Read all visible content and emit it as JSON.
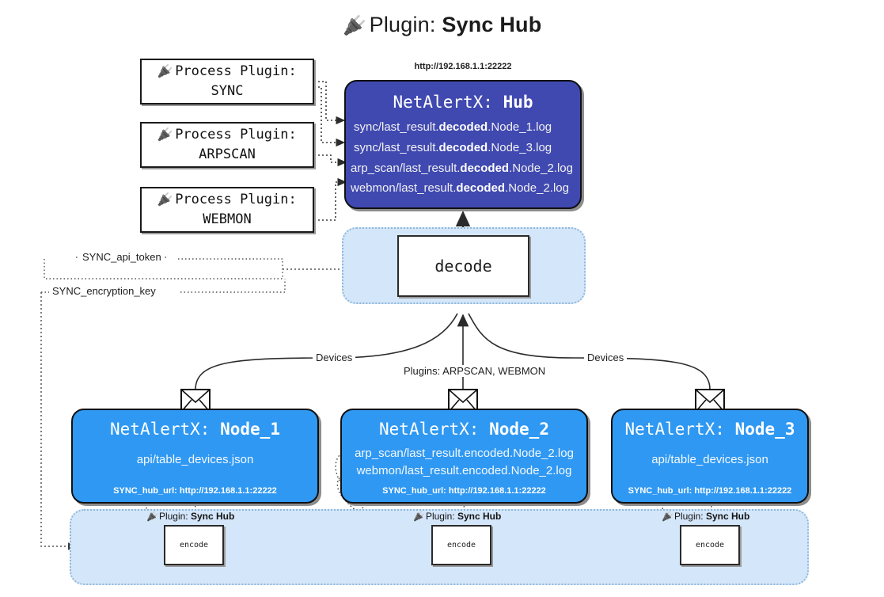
{
  "title": {
    "icon": "plug-icon",
    "prefix": "Plugin:",
    "name": "Sync Hub"
  },
  "process_plugins": [
    {
      "icon": "plug-icon",
      "line1": "Process Plugin:",
      "line2": "SYNC"
    },
    {
      "icon": "plug-icon",
      "line1": "Process Plugin:",
      "line2": "ARPSCAN"
    },
    {
      "icon": "plug-icon",
      "line1": "Process Plugin:",
      "line2": "WEBMON"
    }
  ],
  "hub": {
    "url": "http://192.168.1.1:22222",
    "label_prefix": "NetAlertX:",
    "label_name": "Hub",
    "files": [
      {
        "pre": "sync/last_result.",
        "mid": "decoded",
        "post": ".Node_1.log"
      },
      {
        "pre": "sync/last_result.",
        "mid": "decoded",
        "post": ".Node_3.log"
      },
      {
        "pre": "arp_scan/last_result.",
        "mid": "decoded",
        "post": ".Node_2.log"
      },
      {
        "pre": "webmon/last_result.",
        "mid": "decoded",
        "post": ".Node_2.log"
      }
    ]
  },
  "decode": {
    "label": "decode"
  },
  "settings": [
    {
      "label": "SYNC_api_token"
    },
    {
      "label": "SYNC_encryption_key"
    }
  ],
  "edge_labels": {
    "devices_left": "Devices",
    "devices_right": "Devices",
    "plugins_center": "Plugins: ARPSCAN, WEBMON"
  },
  "nodes": [
    {
      "label_prefix": "NetAlertX:",
      "label_name": "Node_1",
      "rows": [
        "api/table_devices.json"
      ],
      "hub_url": "SYNC_hub_url: http://192.168.1.1:22222",
      "mail_icon": "envelope-icon"
    },
    {
      "label_prefix": "NetAlertX:",
      "label_name": "Node_2",
      "rows": [
        "arp_scan/last_result.encoded.Node_2.log",
        "webmon/last_result.encoded.Node_2.log"
      ],
      "hub_url": "SYNC_hub_url: http://192.168.1.1:22222",
      "mail_icon": "envelope-icon"
    },
    {
      "label_prefix": "NetAlertX:",
      "label_name": "Node_3",
      "rows": [
        "api/table_devices.json"
      ],
      "hub_url": "SYNC_hub_url: http://192.168.1.1:22222",
      "mail_icon": "envelope-icon"
    }
  ],
  "encoders": [
    {
      "caption_prefix": "Plugin:",
      "caption_name": "Sync Hub",
      "label": "encode",
      "icon": "plug-icon"
    },
    {
      "caption_prefix": "Plugin:",
      "caption_name": "Sync Hub",
      "label": "encode",
      "icon": "plug-icon"
    },
    {
      "caption_prefix": "Plugin:",
      "caption_name": "Sync Hub",
      "label": "encode",
      "icon": "plug-icon"
    }
  ],
  "colors": {
    "hub": "#4049b0",
    "node": "#2f98f2",
    "zone": "#d4e6f9",
    "stroke": "#1a1a1a"
  }
}
